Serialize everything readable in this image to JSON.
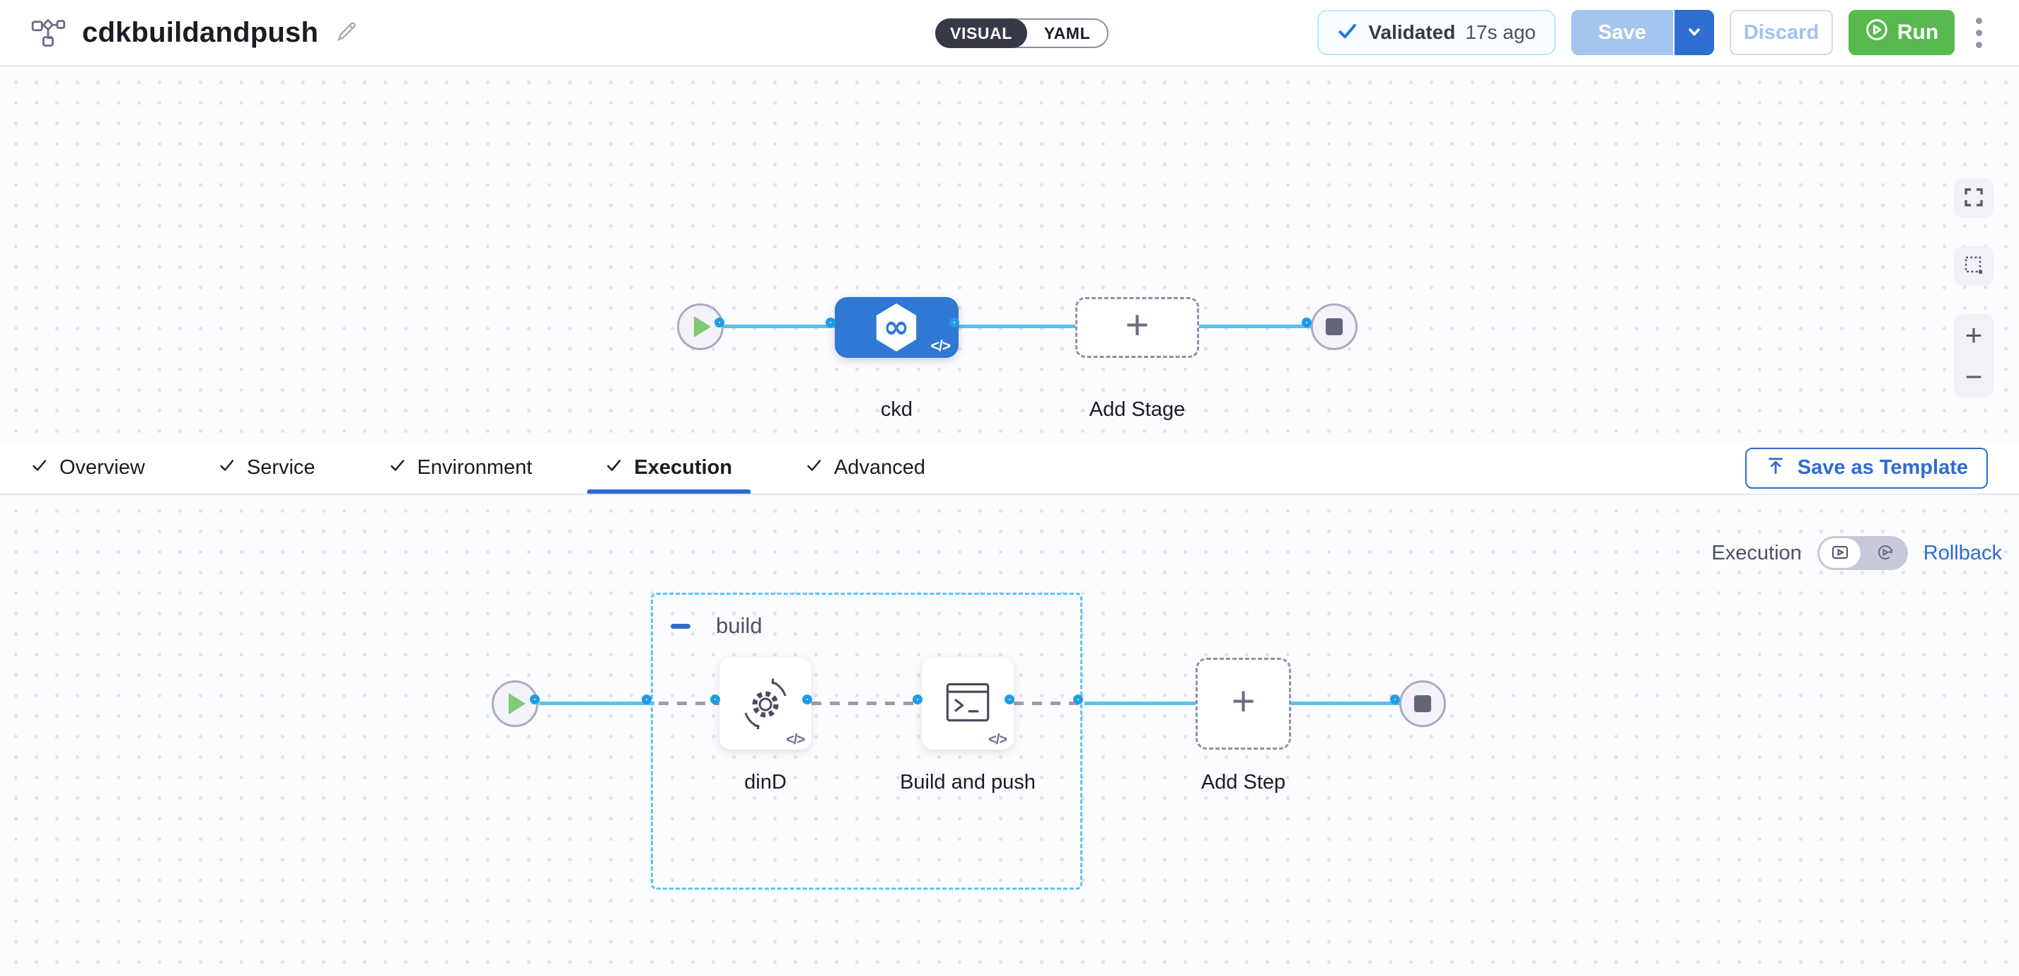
{
  "header": {
    "title": "cdkbuildandpush",
    "mode_toggle": {
      "visual": "VISUAL",
      "yaml": "YAML"
    },
    "validated": {
      "label": "Validated",
      "time": "17s ago"
    },
    "save_label": "Save",
    "discard_label": "Discard",
    "run_label": "Run"
  },
  "stage_canvas": {
    "stage_label": "ckd",
    "add_stage_label": "Add Stage"
  },
  "tabs": {
    "items": [
      {
        "label": "Overview",
        "active": false
      },
      {
        "label": "Service",
        "active": false
      },
      {
        "label": "Environment",
        "active": false
      },
      {
        "label": "Execution",
        "active": true
      },
      {
        "label": "Advanced",
        "active": false
      }
    ],
    "save_as_template_label": "Save as Template"
  },
  "execution_canvas": {
    "mode_label": "Execution",
    "rollback_label": "Rollback",
    "group_label": "build",
    "steps": [
      {
        "label": "dinD"
      },
      {
        "label": "Build and push"
      }
    ],
    "add_step_label": "Add Step"
  },
  "icons": {
    "infinity_glyph": "∞",
    "code_glyph": "</>",
    "plus_glyph": "+"
  },
  "colors": {
    "accent_blue": "#2f6bce",
    "stage_node_blue": "#2f78d4",
    "connector_blue": "#55c2f0",
    "dot_ring_blue": "#1d9ee3",
    "group_dash_blue": "#5ec4ef",
    "run_green": "#57b94e",
    "save_disabled_blue": "#a4c6ee",
    "toggle_dark": "#383946",
    "validated_border": "#b9e8fb"
  }
}
